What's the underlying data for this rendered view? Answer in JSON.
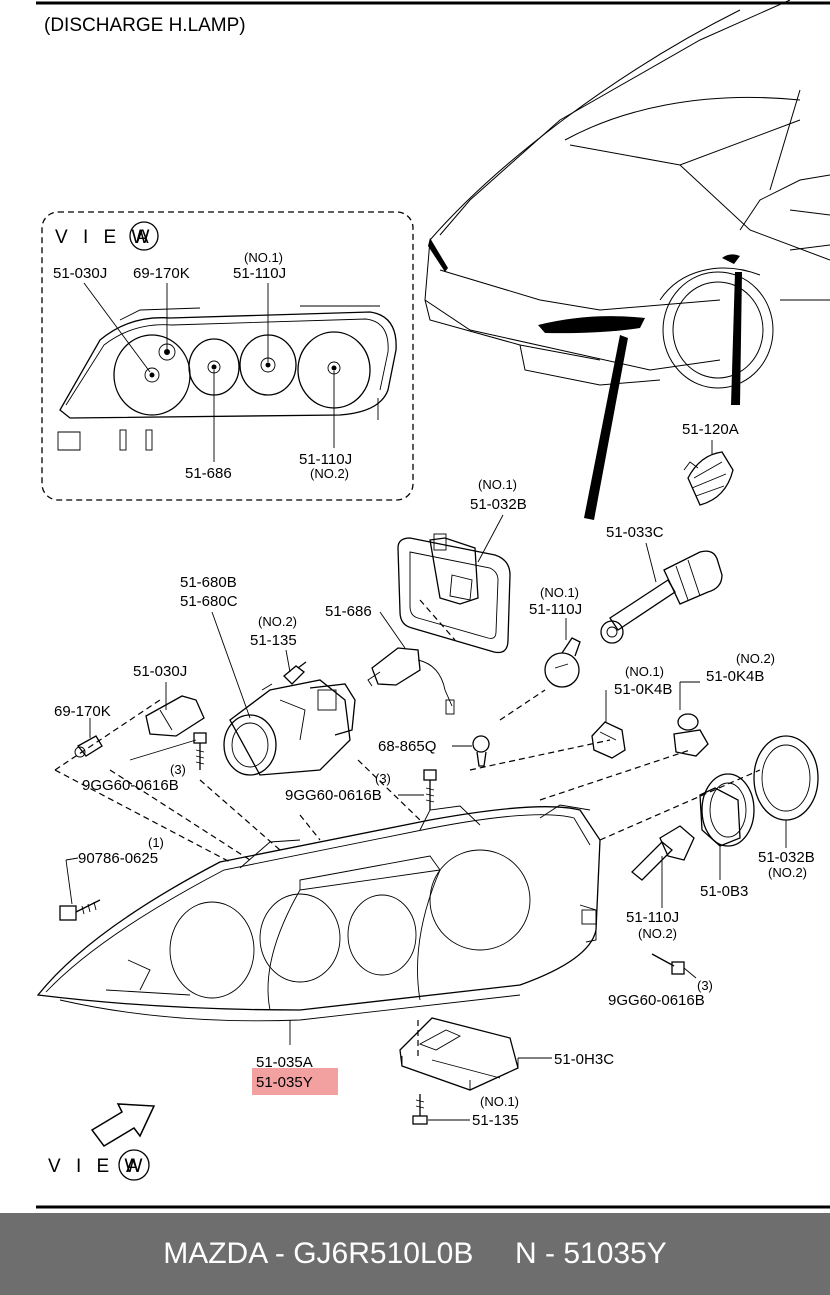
{
  "title": "(DISCHARGE H.LAMP)",
  "view_label": "V I E W",
  "view_letter": "A",
  "inset_labels": {
    "l1": "51-030J",
    "l2": "69-170K",
    "l3_note": "(NO.1)",
    "l3": "51-110J",
    "l4": "51-686",
    "l5": "51-110J",
    "l5_note": "(NO.2)"
  },
  "parts": {
    "p51_120A": "51-120A",
    "p51_032B_n1_note": "(NO.1)",
    "p51_032B_n1": "51-032B",
    "p51_033C": "51-033C",
    "p51_680B": "51-680B",
    "p51_680C": "51-680C",
    "p51_686": "51-686",
    "p51_135_n2_note": "(NO.2)",
    "p51_135_n2": "51-135",
    "p51_110J_n1_note": "(NO.1)",
    "p51_110J_n1": "51-110J",
    "p51_030J": "51-030J",
    "p51_0K4B_n1_note": "(NO.1)",
    "p51_0K4B_n1": "51-0K4B",
    "p51_0K4B_n2_note": "(NO.2)",
    "p51_0K4B_n2": "51-0K4B",
    "p69_170K": "69-170K",
    "p9GG60_a_qty": "(3)",
    "p9GG60_a": "9GG60-0616B",
    "p68_865Q": "68-865Q",
    "p9GG60_b_qty": "(3)",
    "p9GG60_b": "9GG60-0616B",
    "p90786_qty": "(1)",
    "p90786": "90786-0625",
    "p51_032B_n2": "51-032B",
    "p51_032B_n2_note": "(NO.2)",
    "p51_0B3": "51-0B3",
    "p51_110J_n2": "51-110J",
    "p51_110J_n2_note": "(NO.2)",
    "p9GG60_c_qty": "(3)",
    "p9GG60_c": "9GG60-0616B",
    "p51_035A": "51-035A",
    "p51_035Y": "51-035Y",
    "p51_0H3C": "51-0H3C",
    "p51_135_n1_note": "(NO.1)",
    "p51_135_n1": "51-135"
  },
  "highlight_color": "#f2a0a0",
  "footer": {
    "brand_part": "MAZDA - GJ6R510L0B",
    "number": "N - 51035Y"
  }
}
